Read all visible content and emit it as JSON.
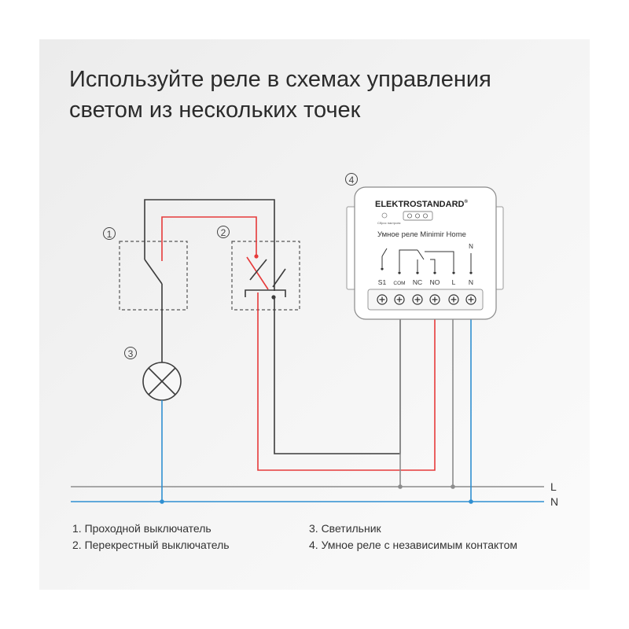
{
  "headline": {
    "line1": "Используйте реле в схемах управления",
    "line2": "светом из нескольких точек"
  },
  "markers": [
    "1",
    "2",
    "3",
    "4"
  ],
  "relay": {
    "brand": "ELEKTROSTANDARD",
    "brand_mark": "®",
    "button_caption": "Сброс настроек",
    "model": "Умное реле Minimir Home",
    "terminals": [
      "S1",
      "COM",
      "NC",
      "NO",
      "L",
      "N"
    ],
    "neutral_label": "N"
  },
  "bus": {
    "line": "L",
    "neutral": "N"
  },
  "legend": {
    "left": [
      "1. Проходной выключатель",
      "2. Перекрестный выключатель"
    ],
    "right": [
      "3. Светильник",
      "4. Умное реле с независимым контактом"
    ]
  },
  "colors": {
    "line_wire": "#8c8c8c",
    "neutral_wire": "#2f8fd1",
    "red_wire": "#e63a3a",
    "dark_wire": "#3c3c3c",
    "text": "#333333"
  }
}
